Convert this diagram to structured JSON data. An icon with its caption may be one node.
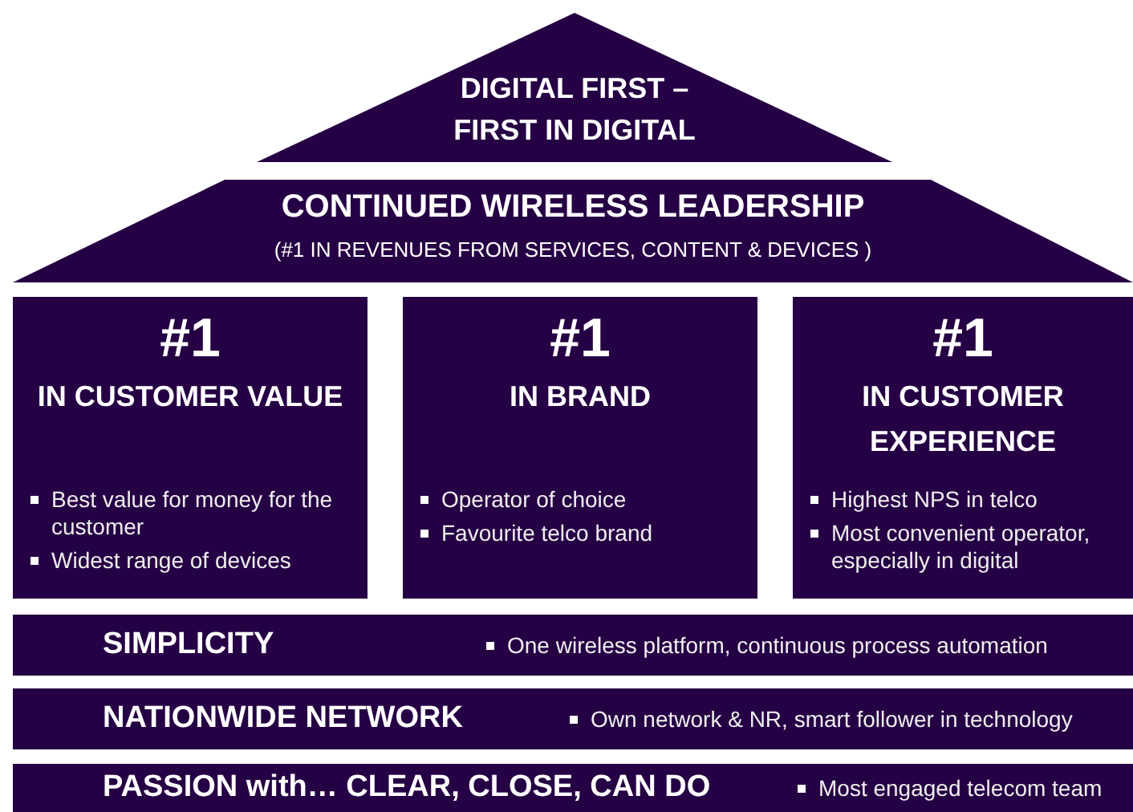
{
  "diagram": {
    "nodes": [
      {
        "text": [
          "DIGITAL FIRST – FIRST IN DIGITAL"
        ]
      },
      {
        "text": [
          "CONTINUED WIRELESS LEADERSHIP",
          "(#1 IN REVENUES FROM SERVICES, CONTENT & DEVICES )"
        ]
      },
      {
        "text": [
          "#1",
          "IN CUSTOMER VALUE",
          "Best value for money for the customer",
          "Widest range of devices"
        ]
      },
      {
        "text": [
          "#1",
          "IN BRAND",
          "Operator of choice",
          "Favourite telco brand"
        ]
      },
      {
        "text": [
          "#1",
          "IN CUSTOMER EXPERIENCE",
          "Highest NPS in telco",
          "Most convenient operator, especially in digital"
        ]
      },
      {
        "text": [
          "SIMPLICITY",
          "One wireless platform, continuous process automation"
        ]
      },
      {
        "text": [
          "NATIONWIDE NETWORK",
          "Own network & NR, smart follower in technology"
        ]
      },
      {
        "text": [
          "PASSION with… CLEAR, CLOSE, CAN DO",
          "Most engaged telecom team"
        ]
      }
    ]
  }
}
